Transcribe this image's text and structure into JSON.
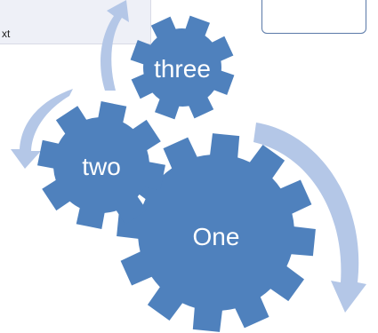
{
  "diagram": {
    "label_text": "xt",
    "gears": [
      {
        "id": "one",
        "label": "One"
      },
      {
        "id": "two",
        "label": "two"
      },
      {
        "id": "three",
        "label": "three"
      }
    ],
    "colors": {
      "gear_fill": "#4f81bd",
      "arrow_fill": "#b4c7e7",
      "box_border": "#5a79a8",
      "label_box_bg": "#eef0f7"
    }
  }
}
